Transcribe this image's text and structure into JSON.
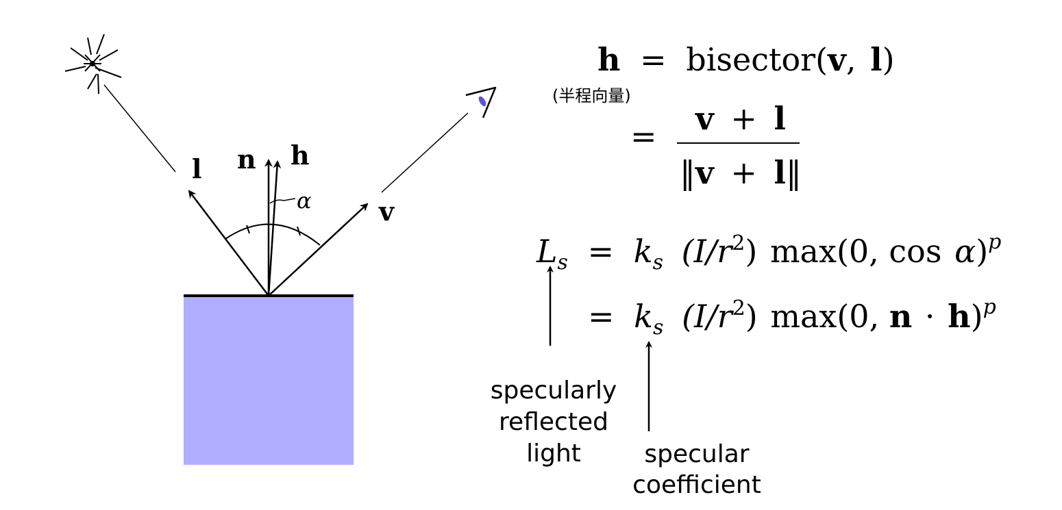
{
  "colors": {
    "surface": "#b0aefe",
    "ink": "#000000",
    "pupil": "#5b55d6"
  },
  "icons": {
    "light_source": "sun-burst-icon",
    "viewer": "eye-icon"
  },
  "vectors": {
    "light": "l",
    "normal": "n",
    "half": "h",
    "view": "v",
    "angle": "α"
  },
  "equations": {
    "h_lhs": "h",
    "eq": "=",
    "bisector_fn": "bisector",
    "paren_open": "(",
    "paren_close": ")",
    "comma": ",",
    "half_vector_note": "(半程向量)",
    "frac_num_v": "v",
    "frac_num_plus": "+",
    "frac_num_l": "l",
    "frac_den_bar": "‖",
    "frac_den_v": "v",
    "frac_den_plus": "+",
    "frac_den_l": "l",
    "Ls_L": "L",
    "Ls_sub": "s",
    "k": "k",
    "k_sub": "s",
    "I_over_r": "(I/r",
    "r_exp": "2",
    "after_r": ")",
    "max": "max",
    "max_arg1_prefix": "(0, ",
    "cos": "cos",
    "alpha": "α",
    "close_paren": ")",
    "exp_p": "p",
    "n": "n",
    "dot": "·",
    "h": "h"
  },
  "labels": {
    "specularly_reflected_light": [
      "specularly",
      "reflected",
      "light"
    ],
    "specular_coefficient": [
      "specular",
      "coefficient"
    ]
  }
}
